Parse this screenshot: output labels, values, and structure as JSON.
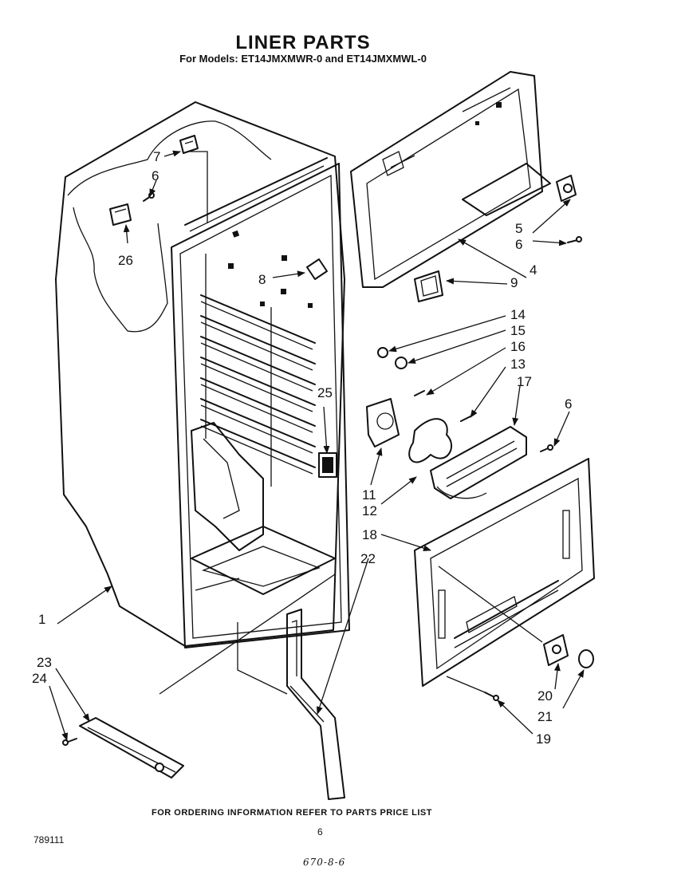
{
  "header": {
    "title": "LINER PARTS",
    "subtitle": "For Models: ET14JMXMWR-0 and ET14JMXMWL-0"
  },
  "footer": {
    "ordering_note": "FOR ORDERING INFORMATION REFER TO PARTS PRICE LIST",
    "doc_number": "789111",
    "page_number": "6",
    "handwritten_note": "670-8-6"
  },
  "callouts": [
    {
      "id": "c1",
      "text": "1"
    },
    {
      "id": "c4",
      "text": "4"
    },
    {
      "id": "c5",
      "text": "5"
    },
    {
      "id": "c6a",
      "text": "6"
    },
    {
      "id": "c6b",
      "text": "6"
    },
    {
      "id": "c6c",
      "text": "6"
    },
    {
      "id": "c7",
      "text": "7"
    },
    {
      "id": "c8",
      "text": "8"
    },
    {
      "id": "c9",
      "text": "9"
    },
    {
      "id": "c11",
      "text": "11"
    },
    {
      "id": "c12",
      "text": "12"
    },
    {
      "id": "c13",
      "text": "13"
    },
    {
      "id": "c14",
      "text": "14"
    },
    {
      "id": "c15",
      "text": "15"
    },
    {
      "id": "c16",
      "text": "16"
    },
    {
      "id": "c17",
      "text": "17"
    },
    {
      "id": "c18",
      "text": "18"
    },
    {
      "id": "c19",
      "text": "19"
    },
    {
      "id": "c20",
      "text": "20"
    },
    {
      "id": "c21",
      "text": "21"
    },
    {
      "id": "c22",
      "text": "22"
    },
    {
      "id": "c23",
      "text": "23"
    },
    {
      "id": "c24",
      "text": "24"
    },
    {
      "id": "c25",
      "text": "25"
    },
    {
      "id": "c26",
      "text": "26"
    }
  ]
}
